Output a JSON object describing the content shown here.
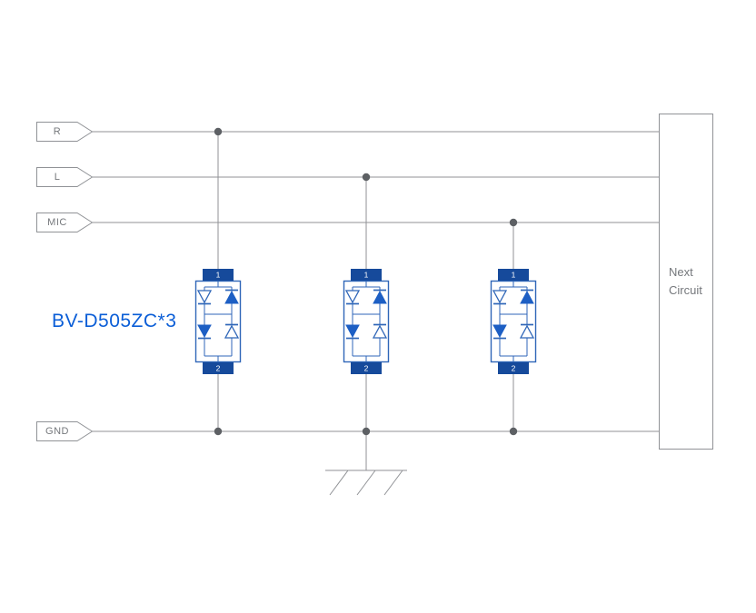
{
  "diagram": {
    "part_label": "BV-D505ZC*3",
    "connectors": [
      {
        "label": "R"
      },
      {
        "label": "L"
      },
      {
        "label": "MIC"
      },
      {
        "label": "GND"
      }
    ],
    "component": {
      "pin_top": "1",
      "pin_bottom": "2"
    },
    "next_circuit": {
      "line1": "Next",
      "line2": "Circuit"
    },
    "colors": {
      "background": "#ffffff",
      "wire": "#909296",
      "junction": "#5d6064",
      "connector_text": "#75787c",
      "box_text": "#75787c",
      "part_label": "#0b5ed7",
      "component_stroke": "#2f66b8",
      "component_fill": "#1d5fc4",
      "terminal": "#164a9b"
    }
  }
}
